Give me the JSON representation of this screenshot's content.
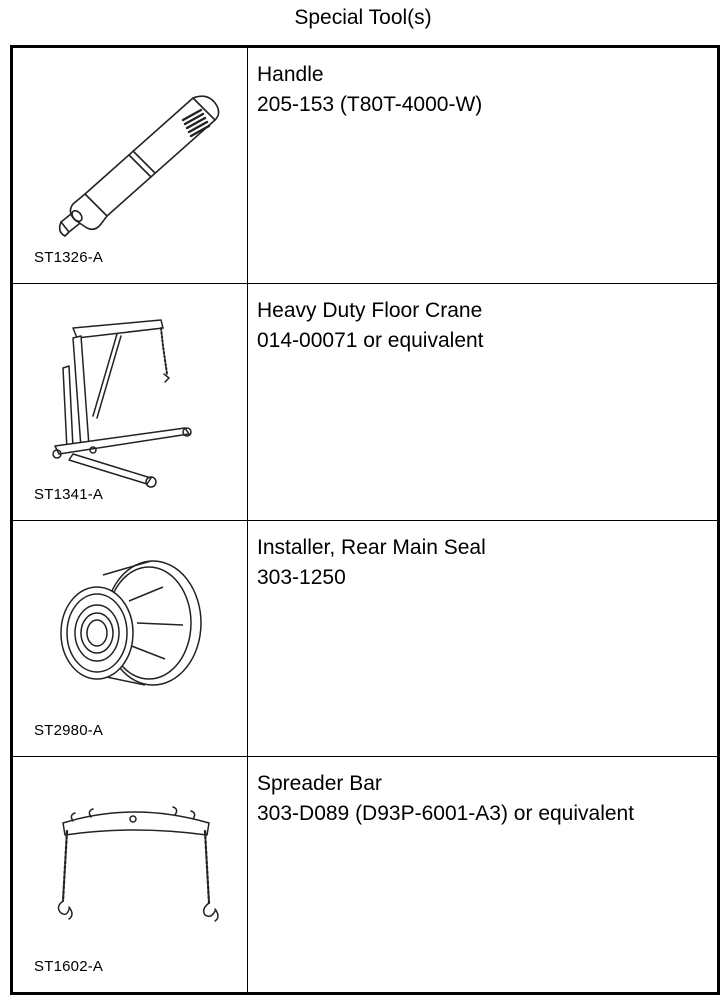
{
  "page": {
    "title": "Special Tool(s)"
  },
  "tools": [
    {
      "image_code": "ST1326-A",
      "name": "Handle",
      "number": "205-153 (T80T-4000-W)",
      "icon": "handle-tool-icon"
    },
    {
      "image_code": "ST1341-A",
      "name": "Heavy Duty Floor Crane",
      "number": "014-00071 or equivalent",
      "icon": "floor-crane-icon"
    },
    {
      "image_code": "ST2980-A",
      "name": "Installer, Rear Main Seal",
      "number": "303-1250",
      "icon": "seal-installer-icon"
    },
    {
      "image_code": "ST1602-A",
      "name": "Spreader Bar",
      "number": "303-D089 (D93P-6001-A3) or equivalent",
      "icon": "spreader-bar-icon"
    }
  ]
}
